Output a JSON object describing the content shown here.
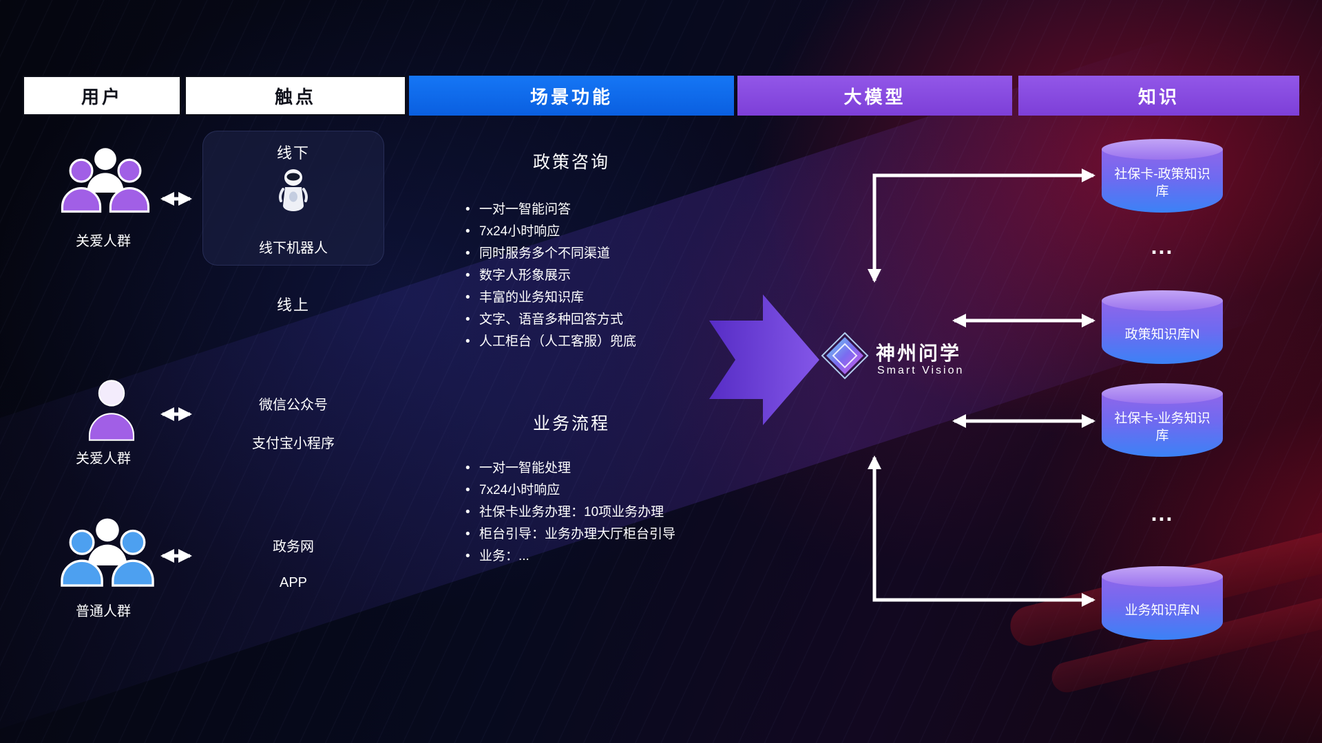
{
  "headers": {
    "users": "用户",
    "touchpoints": "触点",
    "scenario": "场景功能",
    "model": "大模型",
    "knowledge": "知识"
  },
  "users": {
    "care_group": "关爱人群",
    "care_single": "关爱人群",
    "general_group": "普通人群"
  },
  "touchpoints": {
    "offline_title": "线下",
    "offline_robot": "线下机器人",
    "online_title": "线上",
    "wechat": "微信公众号",
    "alipay": "支付宝小程序",
    "gov_web": "政务网",
    "app": "APP"
  },
  "scenario": {
    "policy_title": "政策咨询",
    "policy_items": [
      "一对一智能问答",
      "7x24小时响应",
      "同时服务多个不同渠道",
      "数字人形象展示",
      "丰富的业务知识库",
      "文字、语音多种回答方式",
      "人工柜台（人工客服）兜底"
    ],
    "business_title": "业务流程",
    "business_items": [
      "一对一智能处理",
      "7x24小时响应",
      "社保卡业务办理：10项业务办理",
      "柜台引导：业务办理大厅柜台引导",
      "业务：..."
    ]
  },
  "model": {
    "brand": "神州问学",
    "subbrand": "Smart Vision"
  },
  "knowledge": {
    "db1": "社保卡-政策知识库",
    "dots1": "...",
    "db2": "政策知识库N",
    "db3": "社保卡-业务知识库",
    "dots2": "...",
    "db4": "业务知识库N"
  },
  "colors": {
    "header_blue": "#0b69ef",
    "header_purple": "#8a4fe0",
    "accent_purple": "#a15fe6",
    "accent_blue": "#4da0f0",
    "cylinder_top": "#b593f0",
    "cylinder_from": "#8f66ea",
    "cylinder_to": "#3b82f6",
    "arrow_white": "#ffffff"
  }
}
